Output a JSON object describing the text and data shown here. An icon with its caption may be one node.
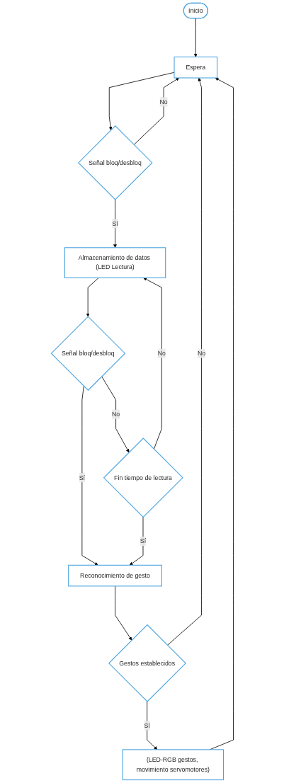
{
  "diagram": {
    "nodes": [
      {
        "text": [
          "Inicio"
        ]
      },
      {
        "text": [
          "Espera"
        ]
      },
      {
        "text": [
          "Señal bloq/desbloq"
        ]
      },
      {
        "text": [
          "Almacenamiento de datos (LED Lectura)"
        ]
      },
      {
        "text": [
          "Señal bloq/desbloq"
        ]
      },
      {
        "text": [
          "Fin tiempo de lectura"
        ]
      },
      {
        "text": [
          "Reconocimiento de gesto"
        ]
      },
      {
        "text": [
          "Gestos establecidos"
        ]
      },
      {
        "text": [
          "(LED-RGB gestos, movimiento servomotores)"
        ]
      }
    ],
    "edges": [
      {
        "from": 0,
        "to": 1,
        "arrow": "to"
      },
      {
        "from": 1,
        "to": 2,
        "arrow": "to"
      },
      {
        "from": 2,
        "to": 1,
        "arrow": "to",
        "label": "No"
      },
      {
        "from": 2,
        "to": 3,
        "arrow": "to",
        "label": "Sí"
      },
      {
        "from": 3,
        "to": 4,
        "arrow": "to"
      },
      {
        "from": 4,
        "to": 5,
        "arrow": "to",
        "label": "No"
      },
      {
        "from": 4,
        "to": 6,
        "arrow": "to",
        "label": "Sí"
      },
      {
        "from": 5,
        "to": 3,
        "arrow": "to",
        "label": "No"
      },
      {
        "from": 5,
        "to": 6,
        "arrow": "to",
        "label": "Sí"
      },
      {
        "from": 6,
        "to": 7,
        "arrow": "to"
      },
      {
        "from": 7,
        "to": 1,
        "arrow": "to",
        "label": "No"
      },
      {
        "from": 7,
        "to": 8,
        "arrow": "to",
        "label": "Sí"
      },
      {
        "from": 8,
        "to": 1,
        "arrow": "to"
      }
    ]
  }
}
